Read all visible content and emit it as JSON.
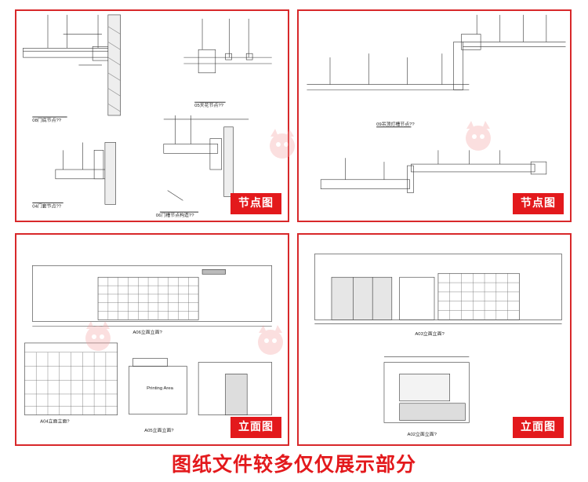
{
  "panels": [
    {
      "tag": "节点图",
      "labels": [
        "08门底节点??",
        "05天花节点??",
        "04门套节点??",
        "06门槽节点构造??"
      ]
    },
    {
      "tag": "节点图",
      "labels": [
        "09吊顶灯槽节点??"
      ]
    },
    {
      "tag": "立面图",
      "labels": [
        "A06立面立面?",
        "A04立面立面?",
        "A05立面立面?"
      ],
      "room_label": "Printing Area"
    },
    {
      "tag": "立面图",
      "labels": [
        "A03立面立面?",
        "A02立面立面?"
      ]
    }
  ],
  "caption": "图纸文件较多仅仅展示部分"
}
